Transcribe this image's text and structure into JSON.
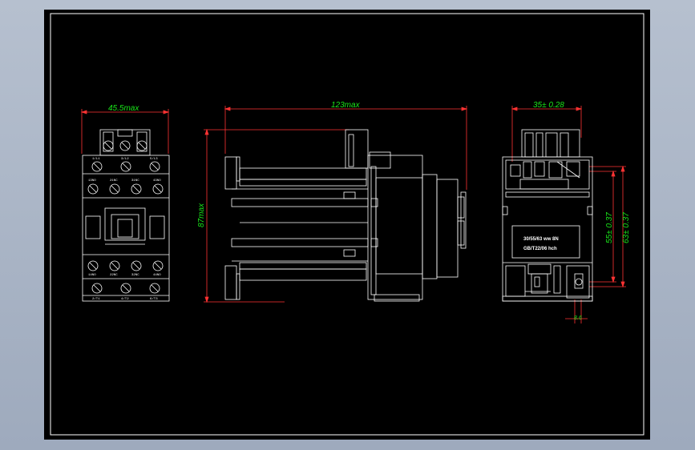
{
  "colors": {
    "background": "#000000",
    "frame": "#ffffff",
    "outline": "#ffffff",
    "dimension": "#ff3333",
    "dimension_text": "#19e619"
  },
  "dimensions": {
    "front_width": "45.5max",
    "side_length": "123max",
    "height": "87max",
    "rail_width": "35± 0.28",
    "mount_pitch_1": "55± 0.37",
    "mount_pitch_2": "63± 0.37",
    "offset": "8.6"
  },
  "front_view": {
    "top_labels": [
      "1/L1",
      "3/L2",
      "5/L3"
    ],
    "bottom_labels": [
      "2/T1",
      "4/T2",
      "6/T3"
    ],
    "upper_contact_labels": [
      "13NO",
      "21NC",
      "31NC",
      "43NO"
    ],
    "lower_contact_labels": [
      "14NO",
      "22NC",
      "32NC",
      "44NO"
    ]
  },
  "rear_view": {
    "nameplate_line1": "30/55/63 ww 8N",
    "nameplate_line2": "GB/T22/06 hch"
  }
}
